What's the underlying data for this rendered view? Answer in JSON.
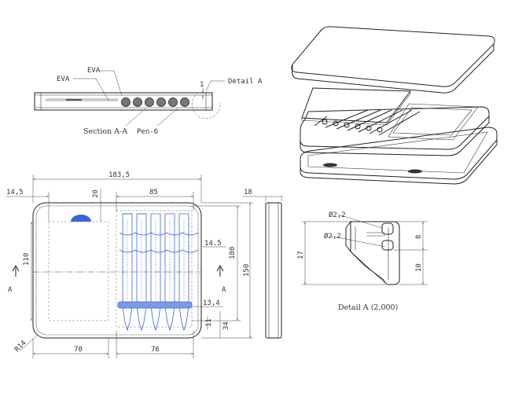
{
  "section_view": {
    "labels": {
      "eva_1": "EVA",
      "eva_2": "EVA",
      "detail_a": "Detail A",
      "section_aa": "Section A-A",
      "pen": "Pen-6",
      "gap": "1"
    }
  },
  "front_view": {
    "dims": {
      "total_width": "183,5",
      "left_offset": "14,5",
      "d20": "20",
      "d85": "85",
      "d18": "18",
      "d110": "110",
      "d14_5": "14.5",
      "d100": "100",
      "d150": "150",
      "d13_4": "13,4",
      "d11": "11",
      "d34": "34",
      "radius": "R14",
      "d70": "70",
      "d76": "76"
    },
    "section_marks": {
      "left": "A",
      "right": "A"
    }
  },
  "detail_view": {
    "dims": {
      "dia1": "Ø2,2",
      "dia2": "Ø2,2",
      "d17": "17",
      "d8": "8",
      "d10": "10"
    },
    "caption": "Detail A (2,000)"
  }
}
